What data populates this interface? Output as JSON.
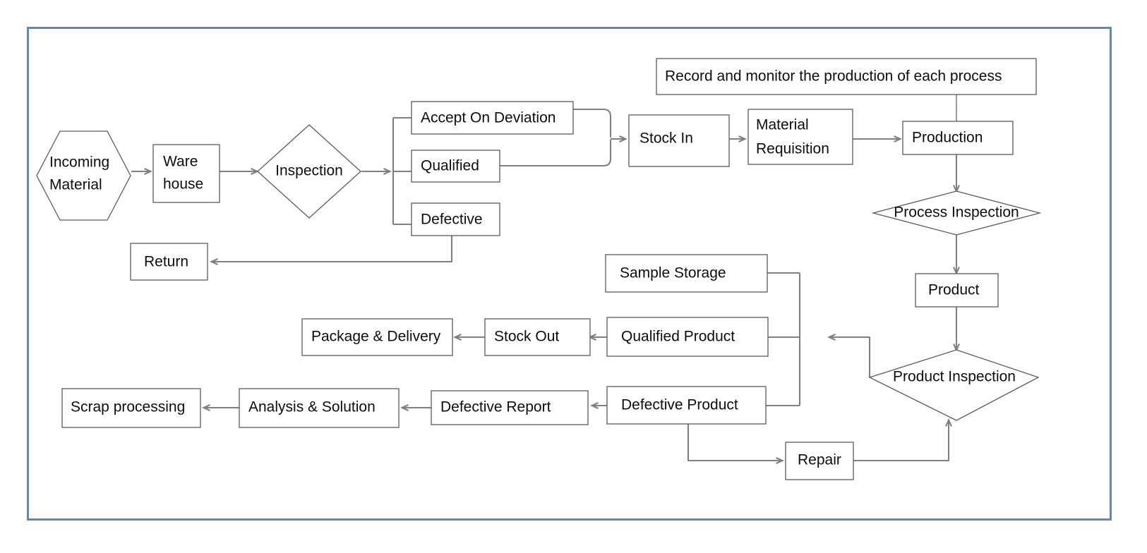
{
  "diagram": {
    "title_banner": "Record and monitor the production of each process",
    "frame_color": "#6d85a8",
    "nodes": [
      {
        "id": "incoming_material",
        "label_line1": "Incoming",
        "label_line2": "Material",
        "shape": "hexagon"
      },
      {
        "id": "warehouse",
        "label_line1": "Ware",
        "label_line2": "house",
        "shape": "rect"
      },
      {
        "id": "inspection",
        "label": "Inspection",
        "shape": "diamond"
      },
      {
        "id": "accept_on_deviation",
        "label": "Accept On Deviation",
        "shape": "rect"
      },
      {
        "id": "qualified",
        "label": "Qualified",
        "shape": "rect"
      },
      {
        "id": "defective",
        "label": "Defective",
        "shape": "rect"
      },
      {
        "id": "return",
        "label": "Return",
        "shape": "rect"
      },
      {
        "id": "stock_in",
        "label": "Stock In",
        "shape": "rect"
      },
      {
        "id": "material_requisition",
        "label_line1": "Material",
        "label_line2": "Requisition",
        "shape": "rect"
      },
      {
        "id": "production",
        "label": "Production",
        "shape": "rect"
      },
      {
        "id": "process_inspection",
        "label": "Process Inspection",
        "shape": "diamond"
      },
      {
        "id": "product",
        "label": "Product",
        "shape": "rect"
      },
      {
        "id": "product_inspection",
        "label": "Product Inspection",
        "shape": "diamond"
      },
      {
        "id": "sample_storage",
        "label": "Sample Storage",
        "shape": "rect"
      },
      {
        "id": "qualified_product",
        "label": "Qualified Product",
        "shape": "rect"
      },
      {
        "id": "defective_product",
        "label": "Defective Product",
        "shape": "rect"
      },
      {
        "id": "stock_out",
        "label": "Stock Out",
        "shape": "rect"
      },
      {
        "id": "package_delivery",
        "label": "Package & Delivery",
        "shape": "rect"
      },
      {
        "id": "defective_report",
        "label": "Defective Report",
        "shape": "rect"
      },
      {
        "id": "analysis_solution",
        "label": "Analysis & Solution",
        "shape": "rect"
      },
      {
        "id": "scrap_processing",
        "label": "Scrap processing",
        "shape": "rect"
      },
      {
        "id": "repair",
        "label": "Repair",
        "shape": "rect"
      }
    ],
    "edges": [
      {
        "from": "incoming_material",
        "to": "warehouse"
      },
      {
        "from": "warehouse",
        "to": "inspection"
      },
      {
        "from": "inspection",
        "to": "split_bracket"
      },
      {
        "from": "split_bracket",
        "to": "accept_on_deviation"
      },
      {
        "from": "split_bracket",
        "to": "qualified"
      },
      {
        "from": "split_bracket",
        "to": "defective"
      },
      {
        "from": "accept_on_deviation",
        "to": "stock_in"
      },
      {
        "from": "qualified",
        "to": "stock_in"
      },
      {
        "from": "defective",
        "to": "return"
      },
      {
        "from": "stock_in",
        "to": "material_requisition"
      },
      {
        "from": "material_requisition",
        "to": "production"
      },
      {
        "from": "title_banner",
        "to": "production"
      },
      {
        "from": "production",
        "to": "process_inspection"
      },
      {
        "from": "process_inspection",
        "to": "product"
      },
      {
        "from": "product",
        "to": "product_inspection"
      },
      {
        "from": "product_inspection",
        "to": "result_bus"
      },
      {
        "from": "result_bus",
        "to": "sample_storage"
      },
      {
        "from": "result_bus",
        "to": "qualified_product"
      },
      {
        "from": "result_bus",
        "to": "defective_product"
      },
      {
        "from": "qualified_product",
        "to": "stock_out"
      },
      {
        "from": "stock_out",
        "to": "package_delivery"
      },
      {
        "from": "defective_product",
        "to": "defective_report"
      },
      {
        "from": "defective_report",
        "to": "analysis_solution"
      },
      {
        "from": "analysis_solution",
        "to": "scrap_processing"
      },
      {
        "from": "defective_product",
        "to": "repair"
      },
      {
        "from": "repair",
        "to": "product_inspection"
      }
    ]
  }
}
